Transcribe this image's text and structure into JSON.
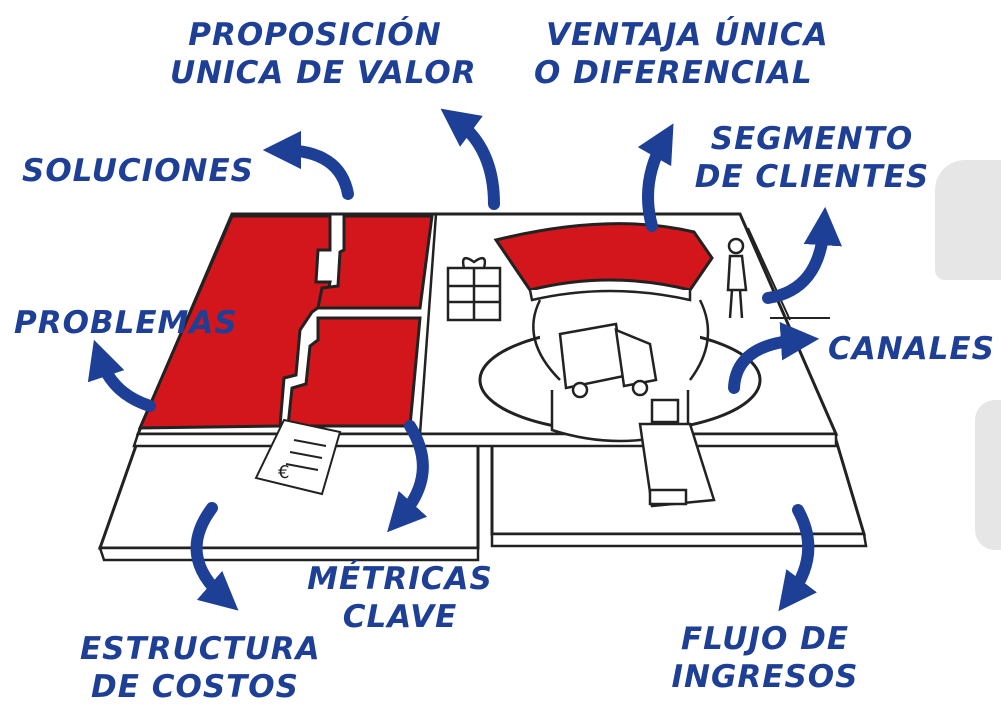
{
  "labels": {
    "propuesta": [
      "PROPOSICIÓN",
      "UNICA DE VALOR"
    ],
    "ventaja": [
      "VENTAJA ÚNICA",
      "O DIFERENCIAL"
    ],
    "soluciones": "SOLUCIONES",
    "segmento": [
      "SEGMENTO",
      "DE CLIENTES"
    ],
    "problemas": "PROBLEMAS",
    "canales": "CANALES",
    "metricas": [
      "MÉTRICAS",
      "CLAVE"
    ],
    "estructura": [
      "ESTRUCTURA",
      "DE COSTOS"
    ],
    "flujo": [
      "FLUJO DE",
      "INGRESOS"
    ]
  },
  "colors": {
    "accent_red": "#d3161b",
    "arrow_blue": "#1e3f96",
    "outline": "#222222",
    "board": "#ffffff",
    "shadow": "#e6e6e6"
  },
  "icons": [
    "gift-icon",
    "person-icon",
    "truck-icon",
    "cash-register-icon",
    "receipt-icon"
  ]
}
